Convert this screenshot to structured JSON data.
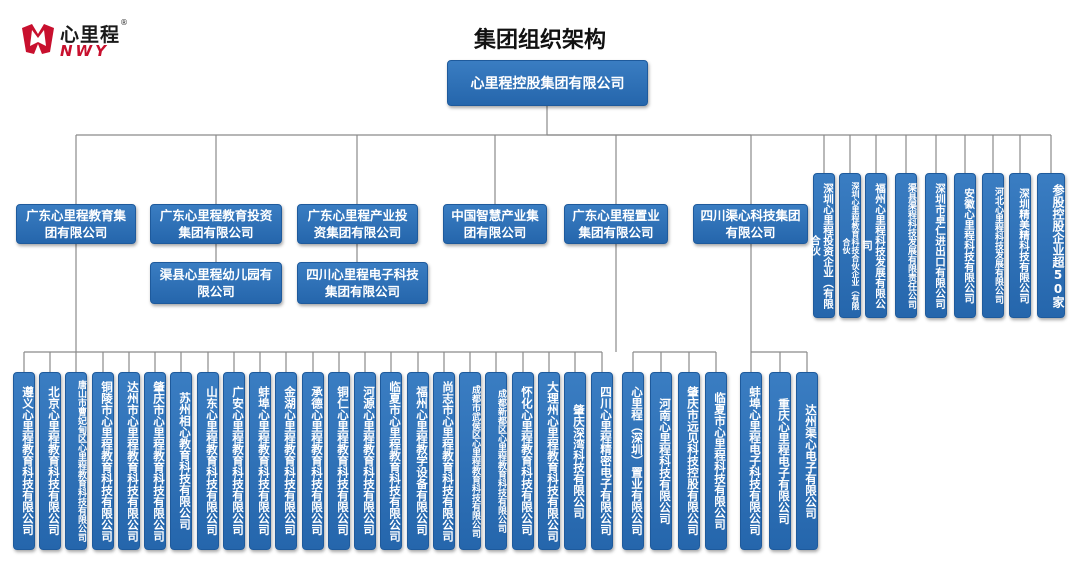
{
  "logo": {
    "cn": "心里程",
    "en": "NWY",
    "reg": "®"
  },
  "title": "集团组织架构",
  "root": "心里程控股集团有限公司",
  "level1": [
    {
      "label": "广东心里程教育集团有限公司"
    },
    {
      "label": "广东心里程教育投资集团有限公司"
    },
    {
      "label": "广东心里程产业投资集团有限公司"
    },
    {
      "label": "中国智慧产业集团有限公司"
    },
    {
      "label": "广东心里程置业集团有限公司"
    },
    {
      "label": "四川渠心科技集团有限公司"
    }
  ],
  "mid_subs": [
    {
      "label": "渠县心里程幼儿园有限公司"
    },
    {
      "label": "四川心里程电子科技集团有限公司"
    }
  ],
  "top_right": [
    {
      "label": "深圳心里程投资企业（有限合伙"
    },
    {
      "label": "深圳心里程教育科技合伙企业（有限合伙"
    },
    {
      "label": "福州心里程科技发展有限公司"
    },
    {
      "label": "渠县渠程科技发展有限责任公司"
    },
    {
      "label": "深圳市卓仁进出口有限公司"
    },
    {
      "label": "安徽心里程科技有限公司"
    },
    {
      "label": "河北心里程科技发展有限公司"
    },
    {
      "label": "深圳精美精科技有限公司"
    },
    {
      "label": "参股控股企业超50家"
    }
  ],
  "edu_subs": [
    {
      "label": "遵义心里程教育科技有限公司"
    },
    {
      "label": "北京心里程教育科技有限公司"
    },
    {
      "label": "唐山市曹妃甸区心里程教育科技有限公司"
    },
    {
      "label": "铜陵市心里程教育科技有限公司"
    },
    {
      "label": "达州市心里程教育科技有限公司"
    },
    {
      "label": "肇庆市心里程教育科技有限公司"
    },
    {
      "label": "苏州相心教育科技有限公司"
    },
    {
      "label": "山东心里程教育科技有限公司"
    },
    {
      "label": "广安心里程教育科技有限公司"
    },
    {
      "label": "蚌埠心里程教育科技有限公司"
    },
    {
      "label": "金湖心里程教育科技有限公司"
    },
    {
      "label": "承德心里程教育科技有限公司"
    },
    {
      "label": "铜仁心里程教育科技有限公司"
    },
    {
      "label": "河源心里程教育科技有限公司"
    },
    {
      "label": "临夏市心里程教育科技有限公司"
    },
    {
      "label": "福州心里程教学设备有限公司"
    },
    {
      "label": "尚志市心里程教育科技有限公司"
    },
    {
      "label": "成都市武侯区心里程教育科技有限公司"
    },
    {
      "label": "成都新都区心里程教育科技有限公司"
    },
    {
      "label": "怀化心里程教育科技有限公司"
    },
    {
      "label": "大理州心里程教育科技有限公司"
    },
    {
      "label": "肇庆深湾科技有限公司"
    },
    {
      "label": "四川心里程精密电子有限公司"
    }
  ],
  "realestate_subs": [
    {
      "label": "心里程（深圳）置业有限公司"
    },
    {
      "label": "河南心里程科技有限公司"
    },
    {
      "label": "肇庆市远见科技控股有限公司"
    },
    {
      "label": "临夏市心里程科技有限公司"
    }
  ],
  "sichuan_subs": [
    {
      "label": "蚌埠心里程电子科技有限公司"
    },
    {
      "label": "重庆心里程电子有限公司"
    },
    {
      "label": "达州渠心电子有限公司"
    }
  ]
}
